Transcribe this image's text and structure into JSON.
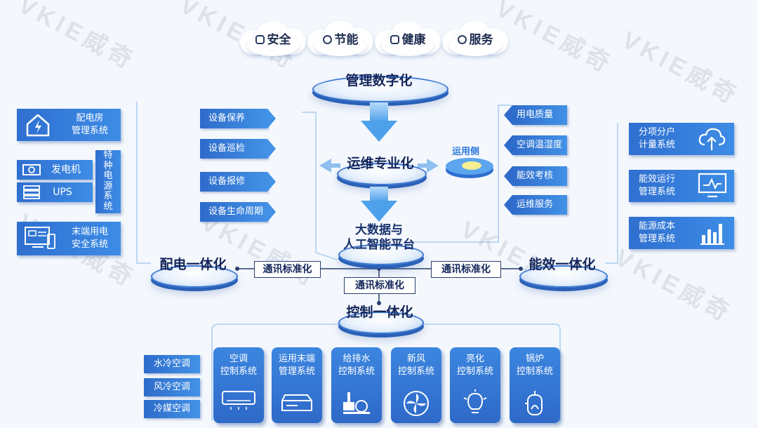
{
  "goals": [
    {
      "label": "安全",
      "icon": "shield-icon"
    },
    {
      "label": "节能",
      "icon": "energy-icon"
    },
    {
      "label": "健康",
      "icon": "health-icon"
    },
    {
      "label": "服务",
      "icon": "service-icon"
    }
  ],
  "stages": {
    "digital": "管理数字化",
    "ops": "运维专业化",
    "platform_line1": "大数据与",
    "platform_line2": "人工智能平台",
    "control": "控制一体化",
    "power": "配电一体化",
    "efficiency": "能效一体化"
  },
  "user_side": "运用侧",
  "ops_items": [
    "设备保养",
    "设备巡检",
    "设备报修",
    "设备生命周期"
  ],
  "user_items": [
    "用电质量",
    "空调温湿度",
    "能效考核",
    "运维服务"
  ],
  "left_systems": {
    "room": [
      "配电房",
      "管理系统"
    ],
    "generator": "发电机",
    "ups": "UPS",
    "special": [
      "特",
      "种",
      "电",
      "源",
      "系",
      "统"
    ],
    "terminal": [
      "末端用电",
      "安全系统"
    ]
  },
  "right_systems": {
    "sub": [
      "分项分户",
      "计量系统"
    ],
    "operation": [
      "能效运行",
      "管理系统"
    ],
    "cost": [
      "能源成本",
      "管理系统"
    ]
  },
  "comm_std": "通讯标准化",
  "cooling": [
    "水冷空调",
    "风冷空调",
    "冷媒空调"
  ],
  "control_cards": [
    {
      "line1": "空调",
      "line2": "控制系统",
      "icon": "air-conditioner-icon"
    },
    {
      "line1": "运用末端",
      "line2": "管理系统",
      "icon": "terminal-device-icon"
    },
    {
      "line1": "给排水",
      "line2": "控制系统",
      "icon": "water-pump-icon"
    },
    {
      "line1": "新风",
      "line2": "控制系统",
      "icon": "fan-icon"
    },
    {
      "line1": "亮化",
      "line2": "控制系统",
      "icon": "lamp-icon"
    },
    {
      "line1": "锅炉",
      "line2": "控制系统",
      "icon": "boiler-icon"
    }
  ],
  "watermark": "VKIE威奇",
  "colors": {
    "primary": "#2f6fd0",
    "accent": "#4da0ea",
    "dark": "#14265a"
  }
}
